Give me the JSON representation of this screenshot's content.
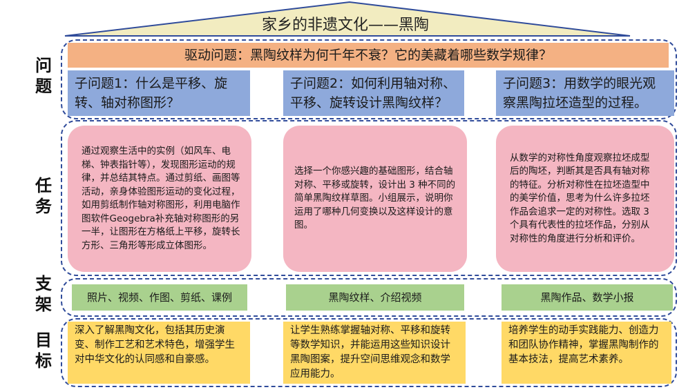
{
  "title": "家乡的非遗文化——黑陶",
  "row_labels": {
    "questions": [
      "问",
      "题"
    ],
    "tasks": [
      "任",
      "务"
    ],
    "support": [
      "支",
      "架"
    ],
    "goals": [
      "目",
      "标"
    ]
  },
  "driving_question": "驱动问题：黑陶纹样为何千年不衰？它的美藏着哪些数学规律？",
  "sub_questions": [
    "子问题1：什么是平移、旋转、轴对称图形？",
    "子问题2：如何利用轴对称、平移、旋转设计黑陶纹样？",
    "子问题3：用数学的眼光观察黑陶拉坯造型的过程。"
  ],
  "tasks": [
    "通过观察生活中的实例（如风车、电梯、钟表指针等），发现图形运动的规律，并总结其特点。通过剪纸、画图等活动，亲身体验图形运动的变化过程，如用剪纸制作轴对称图形，利用电脑作图软件Geogebra补充轴对称图形的另一半，让图形在方格纸上平移，旋转长方形、三角形等形成立体图形。",
    "选择一个你感兴趣的基础图形，结合轴对称、平移或旋转，设计出 3 种不同的简单黑陶纹样草图。小组展示，说明你运用了哪种几何变换以及这样设计的意图。",
    "从数学的对称性角度观察拉坯成型后的陶坯，判断其是否具有轴对称的特征。分析对称性在拉坯造型中的美学价值，思考为什么许多拉坯作品会追求一定的对称性。选取 3 个具有代表性的拉坯作品，分别从对称性的角度进行分析和评价。"
  ],
  "supports": [
    "照片、视频、作图、剪纸、课例",
    "黑陶纹样、介绍视频",
    "黑陶作品、数学小报"
  ],
  "goals": [
    "深入了解黑陶文化，包括其历史演变、制作工艺和艺术特色，增强学生对中华文化的认同感和自豪感。",
    "让学生熟练掌握轴对称、平移和旋转等数学知识，并能运用这些知识设计黑陶图案，提升空间思维观念和数学应用能力。",
    "培养学生的动手实践能力、创造力和团队协作精神，掌握黑陶制作的基本技法，提高艺术素养。"
  ],
  "colors": {
    "roof": "#f2ecc0",
    "frame": "#2f4b9a",
    "driving": "#f4b183",
    "sub_question": "#8ea9db",
    "task": "#f4b6c2",
    "support": "#a9d18e",
    "goal": "#ffd966"
  }
}
